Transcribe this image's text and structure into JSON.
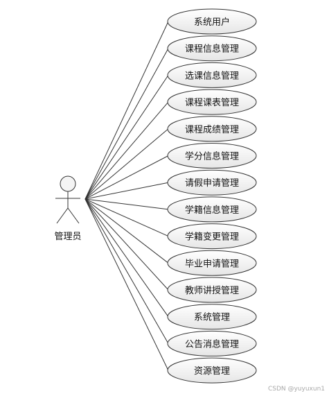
{
  "diagram": {
    "actor": {
      "name": "管理员",
      "icon": "stick-figure-icon"
    },
    "use_cases": [
      {
        "label": "系统用户"
      },
      {
        "label": "课程信息管理"
      },
      {
        "label": "选课信息管理"
      },
      {
        "label": "课程课表管理"
      },
      {
        "label": "课程成绩管理"
      },
      {
        "label": "学分信息管理"
      },
      {
        "label": "请假申请管理"
      },
      {
        "label": "学籍信息管理"
      },
      {
        "label": "学籍变更管理"
      },
      {
        "label": "毕业申请管理"
      },
      {
        "label": "教师讲授管理"
      },
      {
        "label": "系统管理"
      },
      {
        "label": "公告消息管理"
      },
      {
        "label": "资源管理"
      }
    ],
    "colors": {
      "stroke": "#333333",
      "ellipse_fill": "#f2f2f2",
      "text": "#111111"
    }
  },
  "watermark": "CSDN @yuyuxun1"
}
